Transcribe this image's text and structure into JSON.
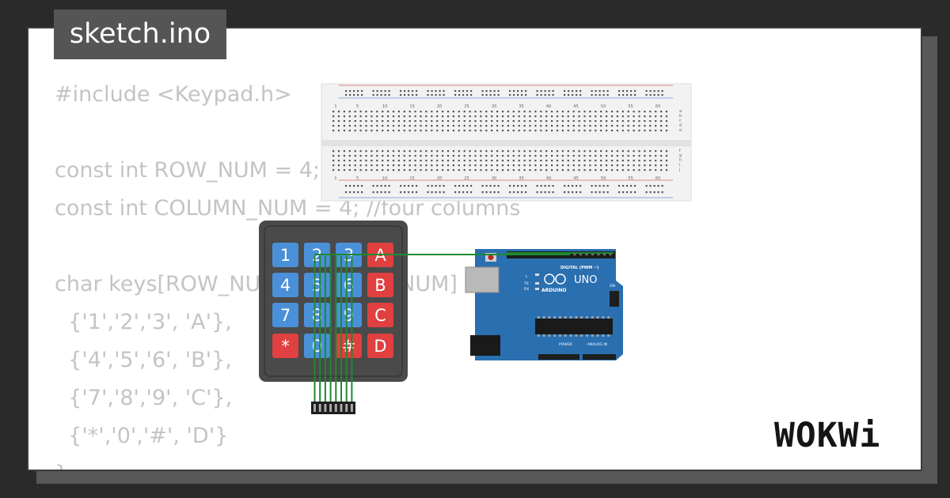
{
  "file_tab": {
    "label": "sketch.ino"
  },
  "code_lines": [
    "#include <Keypad.h>",
    "",
    "const int ROW_NUM = 4; //four rows",
    "const int COLUMN_NUM = 4; //four columns",
    "",
    "char keys[ROW_NUM][COLUMN_NUM] = {",
    "  {'1','2','3', 'A'},",
    "  {'4','5','6', 'B'},",
    "  {'7','8','9', 'C'},",
    "  {'*','0','#', 'D'}",
    "};"
  ],
  "keypad": {
    "keys": [
      [
        "1",
        "2",
        "3",
        "A"
      ],
      [
        "4",
        "5",
        "6",
        "B"
      ],
      [
        "7",
        "8",
        "9",
        "C"
      ],
      [
        "*",
        "0",
        "#",
        "D"
      ]
    ],
    "colors": {
      "digit": "#4a90d9",
      "letter": "#e04040",
      "star": "#e04040",
      "hash": "#e04040",
      "body": "#4a4a4a"
    }
  },
  "arduino": {
    "name_label": "UNO",
    "brand_label": "ARDUINO",
    "digital_label": "DIGITAL (PWM ~)",
    "power_label": "POWER",
    "analog_label": "ANALOG IN",
    "on_label": "ON",
    "tx_label": "TX",
    "rx_label": "RX",
    "l_label": "L",
    "board_color": "#2a6fb0"
  },
  "breadboard": {
    "col_numbers": [
      "1",
      "5",
      "10",
      "15",
      "20",
      "25",
      "30",
      "35",
      "40",
      "45",
      "50",
      "55",
      "60"
    ],
    "row_letters_top": [
      "a",
      "b",
      "c",
      "d",
      "e"
    ],
    "row_letters_bottom": [
      "f",
      "g",
      "h",
      "i",
      "j"
    ]
  },
  "wire_color": "#1d8a2f",
  "brand": {
    "label": "WOKWi"
  }
}
